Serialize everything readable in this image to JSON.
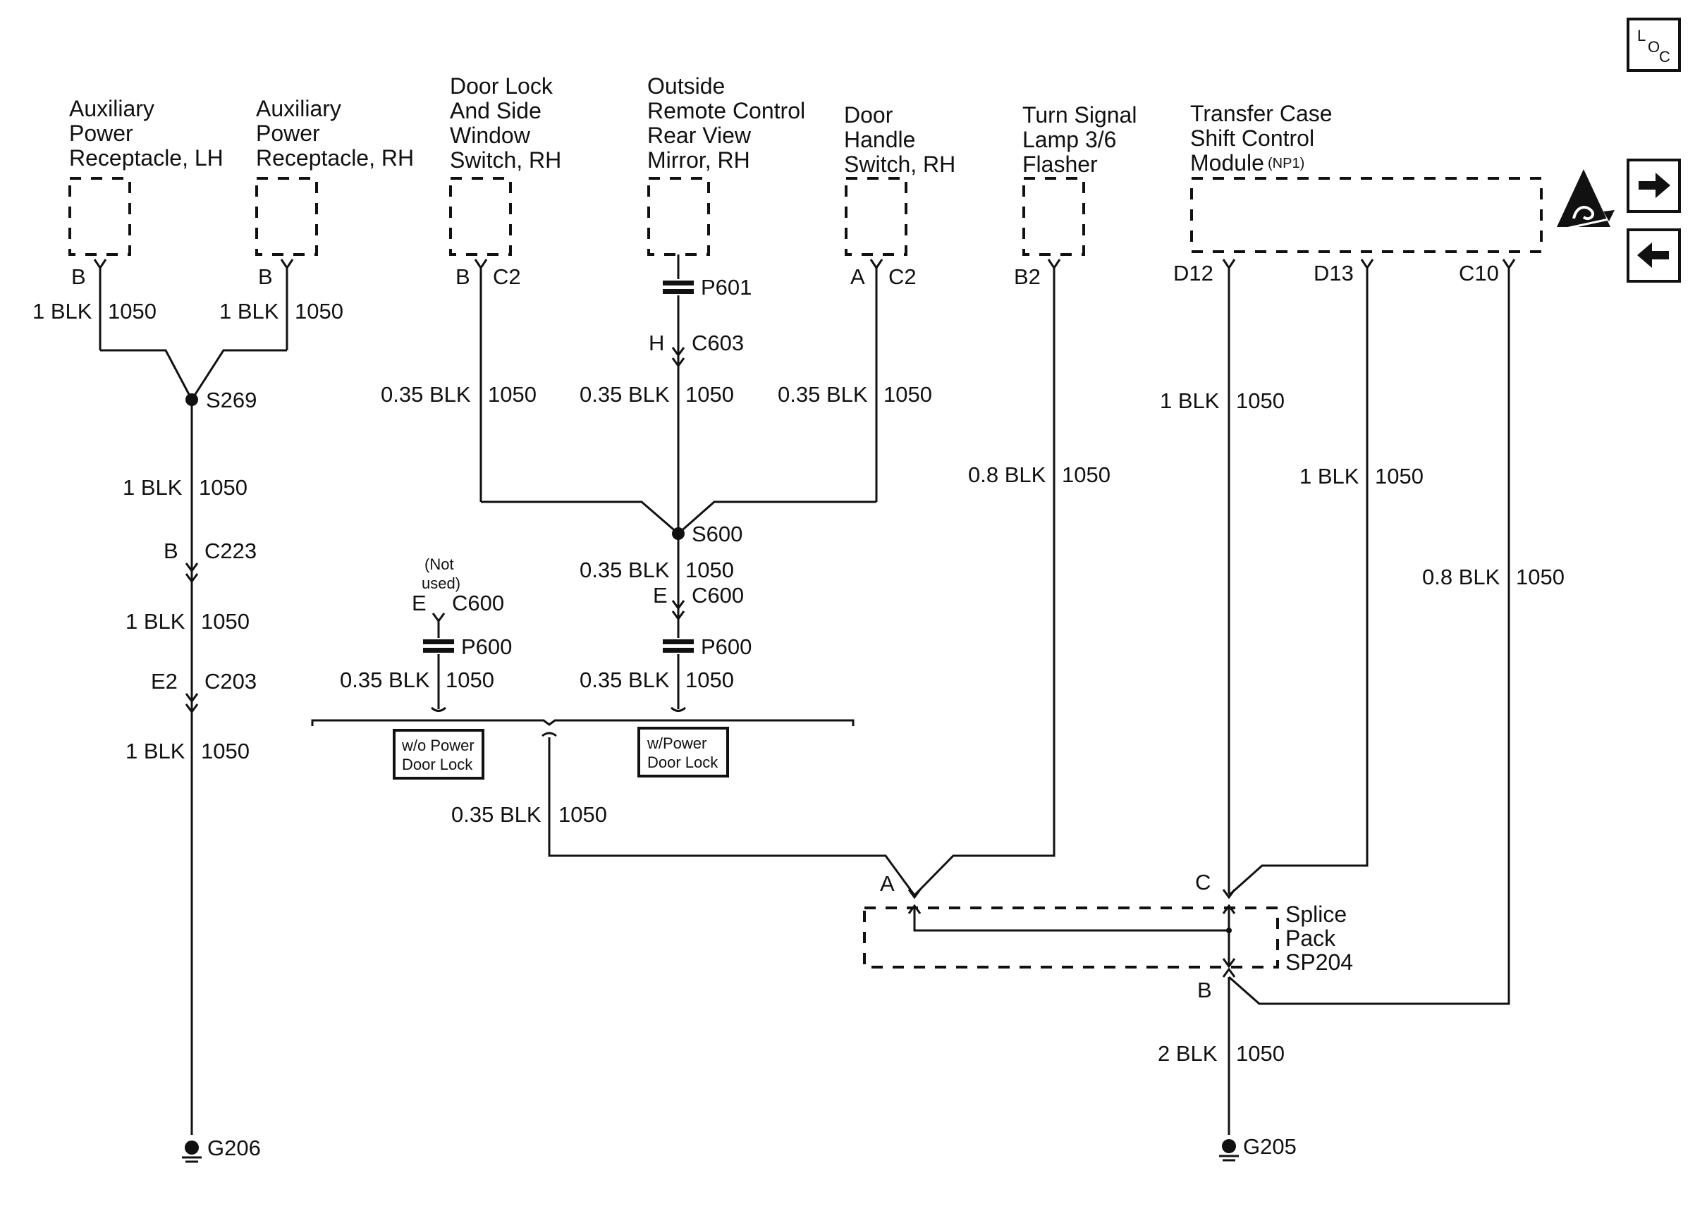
{
  "components": {
    "aux_lh": [
      "Auxiliary",
      "Power",
      "Receptacle, LH"
    ],
    "aux_rh": [
      "Auxiliary",
      "Power",
      "Receptacle, RH"
    ],
    "door_lock": [
      "Door Lock",
      "And Side",
      "Window",
      "Switch, RH"
    ],
    "mirror": [
      "Outside",
      "Remote Control",
      "Rear View",
      "Mirror, RH"
    ],
    "door_handle": [
      "Door",
      "Handle",
      "Switch, RH"
    ],
    "turn_signal": [
      "Turn Signal",
      "Lamp 3/6",
      "Flasher"
    ],
    "transfer_case": [
      "Transfer Case",
      "Shift Control",
      "Module"
    ],
    "transfer_case_note": "(NP1)",
    "splice_pack": [
      "Splice",
      "Pack",
      "SP204"
    ]
  },
  "pins": {
    "aux_lh": "B",
    "aux_rh": "B",
    "door_lock_pin": "B",
    "door_lock_conn": "C2",
    "door_handle_pin": "A",
    "door_handle_conn": "C2",
    "turn_signal": "B2",
    "tc_d12": "D12",
    "tc_d13": "D13",
    "tc_c10": "C10",
    "sp_a": "A",
    "sp_c": "C",
    "sp_b": "B",
    "c223_pin": "B",
    "c203_pin": "E2",
    "c603_pin": "H",
    "c600_pin": "E",
    "c600_nu_pin": "E"
  },
  "connectors": {
    "p601": "P601",
    "c603": "C603",
    "c223": "C223",
    "c203": "C203",
    "c600": "C600",
    "p600": "P600"
  },
  "splices": {
    "s269": "S269",
    "s600": "S600"
  },
  "grounds": {
    "g206": "G206",
    "g205": "G205"
  },
  "wires": {
    "w_1blk": "1 BLK",
    "w_035blk": "0.35 BLK",
    "w_08blk": "0.8 BLK",
    "w_2blk": "2 BLK",
    "circuit": "1050"
  },
  "options": {
    "wo_power_lock": [
      "w/o Power",
      "Door Lock"
    ],
    "w_power_lock": [
      "w/Power",
      "Door Lock"
    ],
    "not_used": [
      "(Not",
      "used)"
    ]
  },
  "nav": {
    "loc_l": "L",
    "loc_o": "O",
    "loc_c": "C",
    "next_icon": "arrow-right-icon",
    "prev_icon": "arrow-left-icon",
    "esd_icon": "esd-warning-icon"
  }
}
